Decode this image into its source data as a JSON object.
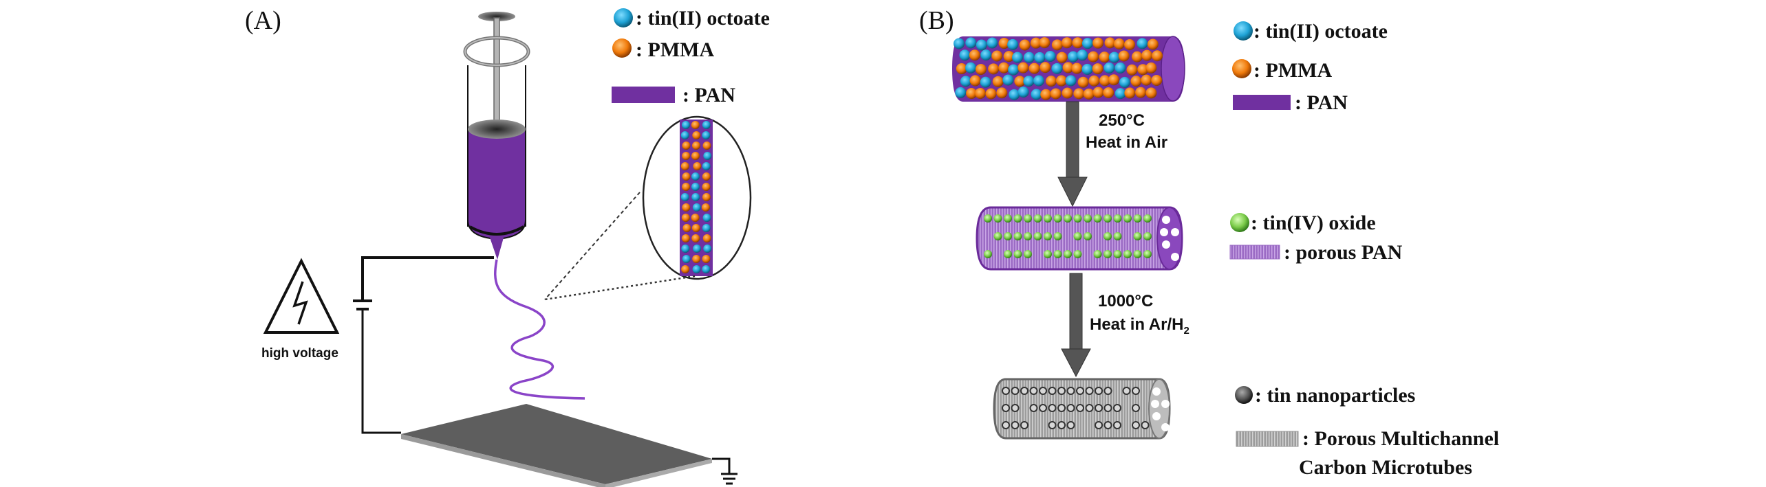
{
  "panels": {
    "a": {
      "label": "(A)",
      "legend": [
        {
          "symbol": "blue-sphere",
          "text": ": tin(II) octoate"
        },
        {
          "symbol": "orange-sphere",
          "text": ": PMMA"
        },
        {
          "symbol": "purple-bar",
          "text": ": PAN"
        }
      ],
      "high_voltage_label": "high voltage"
    },
    "b": {
      "label": "(B)",
      "legend": [
        {
          "symbol": "blue-sphere",
          "text": ": tin(II) octoate"
        },
        {
          "symbol": "orange-sphere",
          "text": ": PMMA"
        },
        {
          "symbol": "purple-bar",
          "text": ": PAN"
        },
        {
          "symbol": "green-sphere",
          "text": ": tin(IV) oxide"
        },
        {
          "symbol": "porous-purple-bar",
          "text": ": porous PAN"
        },
        {
          "symbol": "dark-sphere",
          "text": ": tin nanoparticles"
        },
        {
          "symbol": "gray-bar",
          "text": ": Porous Multichannel"
        },
        {
          "symbol": "none",
          "text": "Carbon Microtubes"
        }
      ],
      "steps": [
        {
          "temp": "250",
          "unit": "°C",
          "condition": "Heat in Air"
        },
        {
          "temp": "1000",
          "unit": "°C",
          "condition": "Heat in Ar/H",
          "subscript": "2"
        }
      ]
    }
  },
  "colors": {
    "pan_purple": "#7030a0",
    "tin_octoate_blue": "#1fa3d6",
    "pmma_orange": "#f07a0a",
    "tin_oxide_green": "#7ccc4a",
    "tin_np_dark": "#444444",
    "carbon_gray": "#a8a8a8",
    "plate_gray": "#5e5e5e"
  }
}
